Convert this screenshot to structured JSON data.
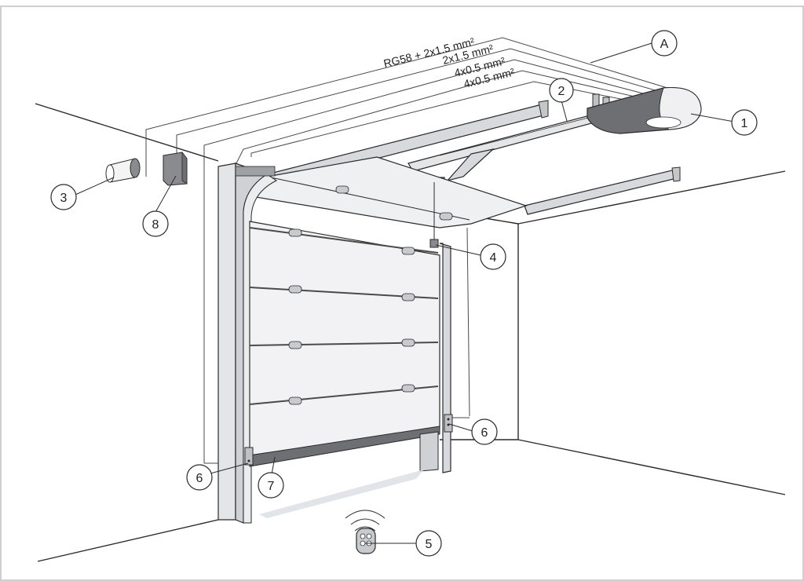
{
  "cables": [
    {
      "label": "RG58 + 2x1.5 mm²"
    },
    {
      "label": "2x1.5 mm²"
    },
    {
      "label": "4x0.5 mm²"
    },
    {
      "label": "4x0.5 mm²"
    }
  ],
  "callouts": {
    "a": "A",
    "c1": "1",
    "c2": "2",
    "c3": "3",
    "c4": "4",
    "c5": "5",
    "c6_right": "6",
    "c6_left": "6",
    "c7": "7",
    "c8": "8"
  },
  "colors": {
    "line": "#2a2a2a",
    "door_fill": "#f2f2f4",
    "rail": "#d7d9dc",
    "motor_dark": "#6e6f73",
    "wall": "#ffffff"
  }
}
